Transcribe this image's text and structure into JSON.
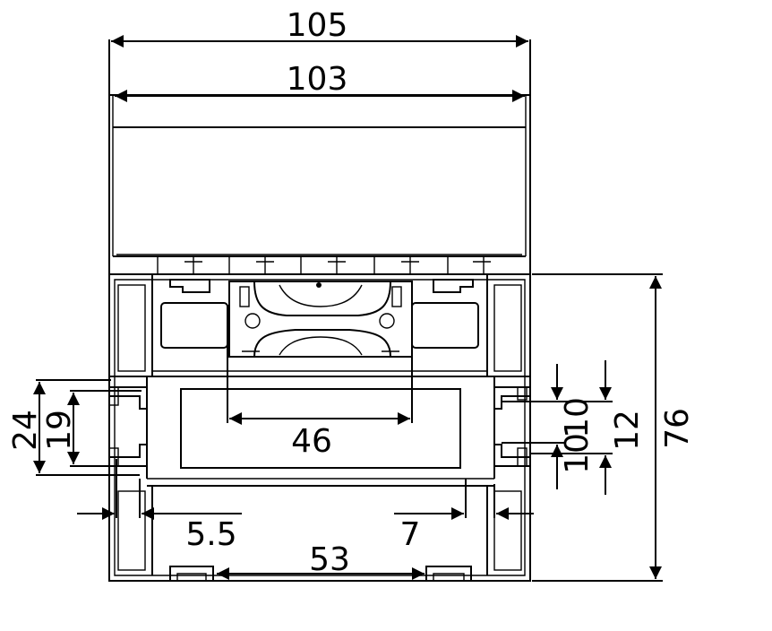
{
  "drawing": {
    "dimensions": {
      "d105": "105",
      "d103": "103",
      "d46": "46",
      "d24": "24",
      "d19": "19",
      "d10_left": "10",
      "d12": "12",
      "d10_right": "10",
      "d76": "76",
      "d5_5": "5.5",
      "d7": "7",
      "d53": "53"
    },
    "colors": {
      "line": "#000000",
      "background": "#ffffff"
    }
  }
}
